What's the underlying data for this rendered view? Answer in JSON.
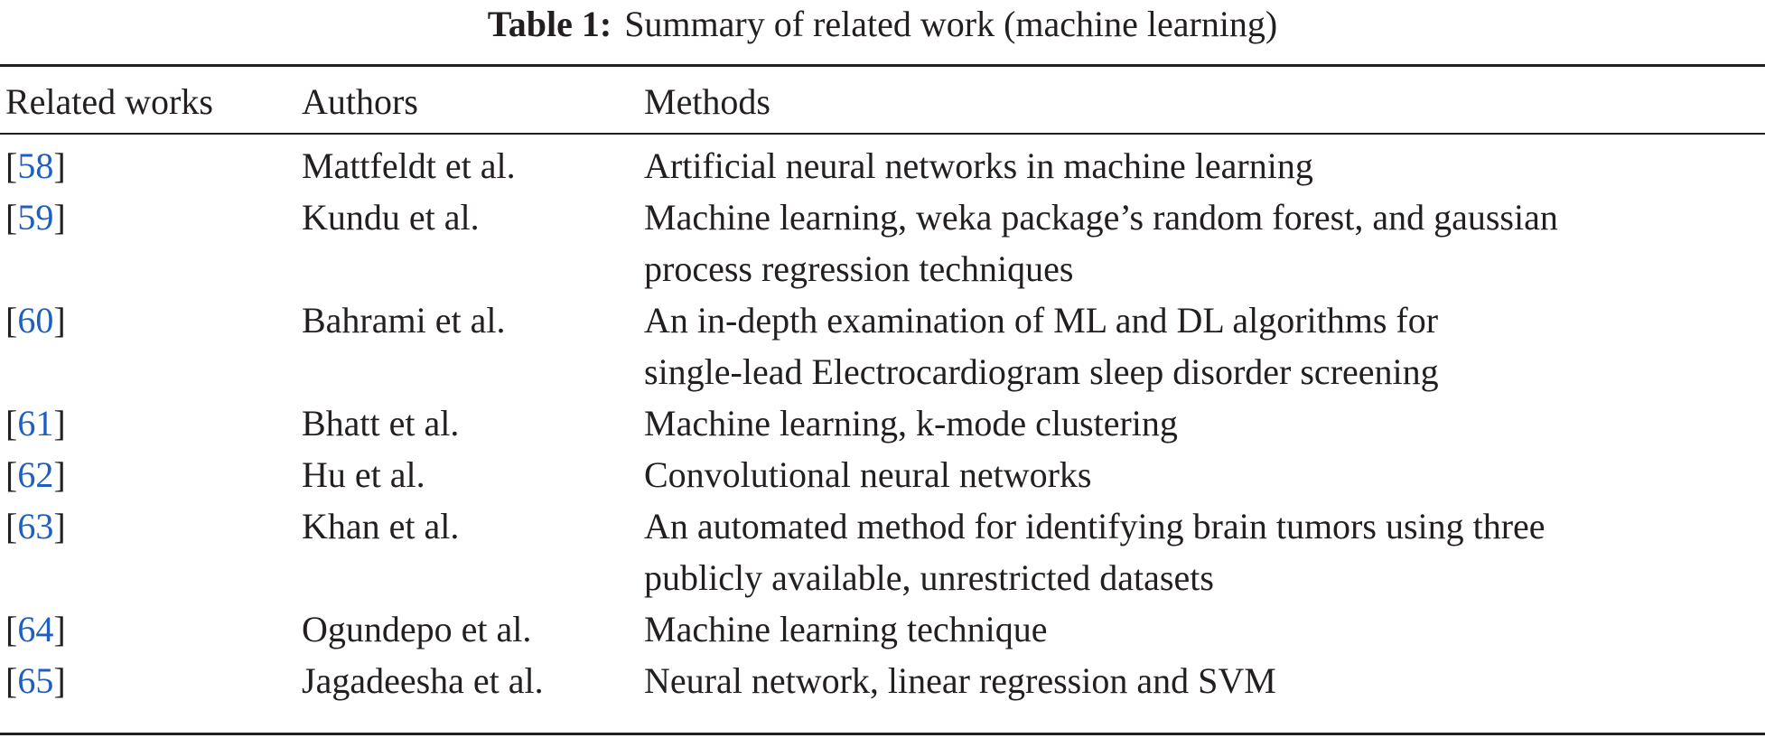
{
  "table": {
    "caption_label": "Table 1:",
    "caption_text": "Summary of related work (machine learning)",
    "headers": [
      "Related works",
      "Authors",
      "Methods"
    ],
    "rows": [
      {
        "ref": "58",
        "authors": "Mattfeldt et al.",
        "method_lines": [
          "Artificial neural networks in machine learning"
        ]
      },
      {
        "ref": "59",
        "authors": "Kundu et al.",
        "method_lines": [
          "Machine learning, weka package’s random forest, and gaussian",
          "process regression techniques"
        ]
      },
      {
        "ref": "60",
        "authors": "Bahrami et al.",
        "method_lines": [
          "An in-depth examination of ML and DL algorithms for",
          "single-lead Electrocardiogram sleep disorder screening"
        ]
      },
      {
        "ref": "61",
        "authors": "Bhatt et al.",
        "method_lines": [
          "Machine learning, k-mode clustering"
        ]
      },
      {
        "ref": "62",
        "authors": "Hu et al.",
        "method_lines": [
          "Convolutional neural networks"
        ]
      },
      {
        "ref": "63",
        "authors": "Khan et al.",
        "method_lines": [
          "An automated method for identifying brain tumors using three",
          "publicly available, unrestricted datasets"
        ]
      },
      {
        "ref": "64",
        "authors": "Ogundepo et al.",
        "method_lines": [
          "Machine learning technique"
        ]
      },
      {
        "ref": "65",
        "authors": "Jagadeesha et al.",
        "method_lines": [
          "Neural network, linear regression and SVM"
        ]
      }
    ],
    "colors": {
      "text": "#231f20",
      "link": "#1f5fbf"
    }
  }
}
